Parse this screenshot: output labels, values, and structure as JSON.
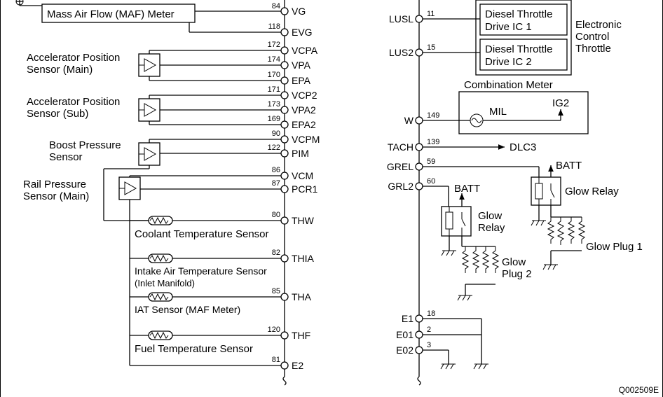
{
  "left_ecu_pins": [
    {
      "num": "84",
      "name": "VG"
    },
    {
      "num": "118",
      "name": "EVG"
    },
    {
      "num": "172",
      "name": "VCPA"
    },
    {
      "num": "174",
      "name": "VPA"
    },
    {
      "num": "170",
      "name": "EPA"
    },
    {
      "num": "171",
      "name": "VCP2"
    },
    {
      "num": "173",
      "name": "VPA2"
    },
    {
      "num": "169",
      "name": "EPA2"
    },
    {
      "num": "90",
      "name": "VCPM"
    },
    {
      "num": "122",
      "name": "PIM"
    },
    {
      "num": "86",
      "name": "VCM"
    },
    {
      "num": "87",
      "name": "PCR1"
    },
    {
      "num": "80",
      "name": "THW"
    },
    {
      "num": "82",
      "name": "THIA"
    },
    {
      "num": "85",
      "name": "THA"
    },
    {
      "num": "120",
      "name": "THF"
    },
    {
      "num": "81",
      "name": "E2"
    }
  ],
  "right_ecu_pins": [
    {
      "num": "11",
      "name": "LUSL"
    },
    {
      "num": "15",
      "name": "LUS2"
    },
    {
      "num": "149",
      "name": "W"
    },
    {
      "num": "139",
      "name": "TACH"
    },
    {
      "num": "59",
      "name": "GREL"
    },
    {
      "num": "60",
      "name": "GRL2"
    },
    {
      "num": "18",
      "name": "E1"
    },
    {
      "num": "2",
      "name": "E01"
    },
    {
      "num": "3",
      "name": "E02"
    }
  ],
  "components": {
    "maf_meter": "Mass Air Flow (MAF) Meter",
    "app_main": [
      "Accelerator Position",
      "Sensor (Main)"
    ],
    "app_sub": [
      "Accelerator Position",
      "Sensor (Sub)"
    ],
    "boost": [
      "Boost Pressure",
      "Sensor"
    ],
    "rail": [
      "Rail Pressure",
      "Sensor (Main)"
    ],
    "coolant": "Coolant Temperature Sensor",
    "intake_air": [
      "Intake Air Temperature Sensor",
      "(Inlet Manifold)"
    ],
    "iat_maf": "IAT Sensor (MAF Meter)",
    "fuel_temp": "Fuel Temperature Sensor",
    "throttle_ic1": [
      "Diesel Throttle",
      "Drive IC 1"
    ],
    "throttle_ic2": [
      "Diesel Throttle",
      "Drive IC 2"
    ],
    "electronic_throttle": [
      "Electronic",
      "Control",
      "Throttle"
    ],
    "combination_meter": "Combination Meter",
    "mil": "MIL",
    "ig2": "IG2",
    "dlc3": "DLC3",
    "batt_left": "BATT",
    "batt_right": "BATT",
    "glow_relay_left": [
      "Glow",
      "Relay"
    ],
    "glow_relay_right": "Glow Relay",
    "glow_plug_2": [
      "Glow",
      "Plug 2"
    ],
    "glow_plug_1": "Glow Plug 1"
  },
  "figure_id": "Q002509E"
}
